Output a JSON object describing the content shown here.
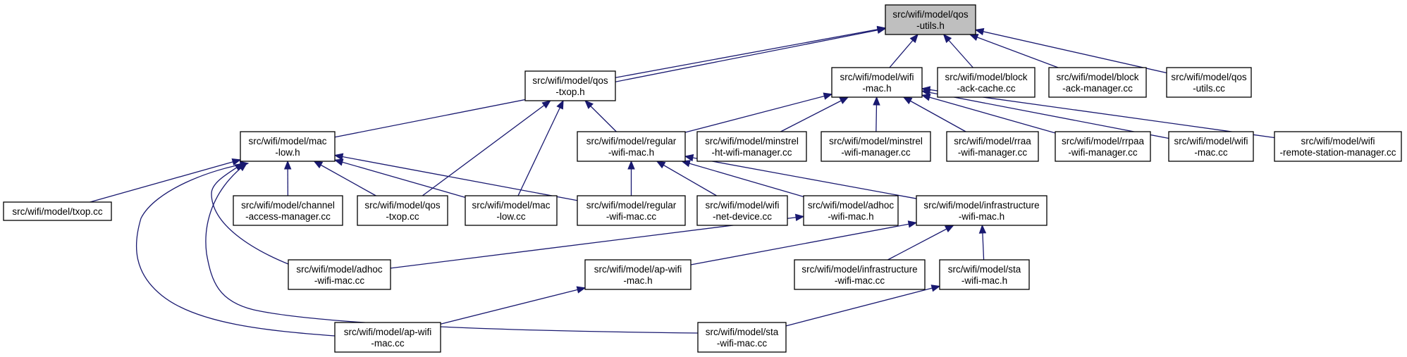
{
  "nodes": {
    "qos_utils_h": [
      "src/wifi/model/qos",
      "-utils.h"
    ],
    "qos_txop_h": [
      "src/wifi/model/qos",
      "-txop.h"
    ],
    "wifi_mac_h": [
      "src/wifi/model/wifi",
      "-mac.h"
    ],
    "block_ack_cache_cc": [
      "src/wifi/model/block",
      "-ack-cache.cc"
    ],
    "block_ack_manager_cc": [
      "src/wifi/model/block",
      "-ack-manager.cc"
    ],
    "qos_utils_cc": [
      "src/wifi/model/qos",
      "-utils.cc"
    ],
    "mac_low_h": [
      "src/wifi/model/mac",
      "-low.h"
    ],
    "regular_wifi_mac_h": [
      "src/wifi/model/regular",
      "-wifi-mac.h"
    ],
    "minstrel_ht_cc": [
      "src/wifi/model/minstrel",
      "-ht-wifi-manager.cc"
    ],
    "minstrel_cc": [
      "src/wifi/model/minstrel",
      "-wifi-manager.cc"
    ],
    "rraa_cc": [
      "src/wifi/model/rraa",
      "-wifi-manager.cc"
    ],
    "rrpaa_cc": [
      "src/wifi/model/rrpaa",
      "-wifi-manager.cc"
    ],
    "wifi_mac_cc": [
      "src/wifi/model/wifi",
      "-mac.cc"
    ],
    "remote_station_cc": [
      "src/wifi/model/wifi",
      "-remote-station-manager.cc"
    ],
    "txop_cc": [
      "src/wifi/model/txop.cc"
    ],
    "channel_access_cc": [
      "src/wifi/model/channel",
      "-access-manager.cc"
    ],
    "qos_txop_cc": [
      "src/wifi/model/qos",
      "-txop.cc"
    ],
    "mac_low_cc": [
      "src/wifi/model/mac",
      "-low.cc"
    ],
    "regular_wifi_mac_cc": [
      "src/wifi/model/regular",
      "-wifi-mac.cc"
    ],
    "wifi_net_device_cc": [
      "src/wifi/model/wifi",
      "-net-device.cc"
    ],
    "adhoc_wifi_mac_h": [
      "src/wifi/model/adhoc",
      "-wifi-mac.h"
    ],
    "infrastructure_wifi_mac_h": [
      "src/wifi/model/infrastructure",
      "-wifi-mac.h"
    ],
    "adhoc_wifi_mac_cc": [
      "src/wifi/model/adhoc",
      "-wifi-mac.cc"
    ],
    "ap_wifi_mac_h": [
      "src/wifi/model/ap-wifi",
      "-mac.h"
    ],
    "infrastructure_wifi_mac_cc": [
      "src/wifi/model/infrastructure",
      "-wifi-mac.cc"
    ],
    "sta_wifi_mac_h": [
      "src/wifi/model/sta",
      "-wifi-mac.h"
    ],
    "ap_wifi_mac_cc": [
      "src/wifi/model/ap-wifi",
      "-mac.cc"
    ],
    "sta_wifi_mac_cc": [
      "src/wifi/model/sta",
      "-wifi-mac.cc"
    ]
  },
  "edges": [
    [
      "qos_txop_h",
      "qos_utils_h"
    ],
    [
      "wifi_mac_h",
      "qos_utils_h"
    ],
    [
      "block_ack_cache_cc",
      "qos_utils_h"
    ],
    [
      "block_ack_manager_cc",
      "qos_utils_h"
    ],
    [
      "qos_utils_cc",
      "qos_utils_h"
    ],
    [
      "mac_low_h",
      "qos_utils_h"
    ],
    [
      "regular_wifi_mac_h",
      "qos_txop_h"
    ],
    [
      "qos_txop_cc",
      "qos_txop_h"
    ],
    [
      "mac_low_cc",
      "qos_txop_h"
    ],
    [
      "regular_wifi_mac_h",
      "wifi_mac_h"
    ],
    [
      "minstrel_ht_cc",
      "wifi_mac_h"
    ],
    [
      "minstrel_cc",
      "wifi_mac_h"
    ],
    [
      "rraa_cc",
      "wifi_mac_h"
    ],
    [
      "rrpaa_cc",
      "wifi_mac_h"
    ],
    [
      "wifi_mac_cc",
      "wifi_mac_h"
    ],
    [
      "remote_station_cc",
      "wifi_mac_h"
    ],
    [
      "txop_cc",
      "mac_low_h"
    ],
    [
      "channel_access_cc",
      "mac_low_h"
    ],
    [
      "qos_txop_cc",
      "mac_low_h"
    ],
    [
      "mac_low_cc",
      "mac_low_h"
    ],
    [
      "regular_wifi_mac_cc",
      "mac_low_h"
    ],
    [
      "adhoc_wifi_mac_cc",
      "mac_low_h"
    ],
    [
      "ap_wifi_mac_cc",
      "mac_low_h"
    ],
    [
      "sta_wifi_mac_cc",
      "mac_low_h"
    ],
    [
      "regular_wifi_mac_cc",
      "regular_wifi_mac_h"
    ],
    [
      "wifi_net_device_cc",
      "regular_wifi_mac_h"
    ],
    [
      "adhoc_wifi_mac_h",
      "regular_wifi_mac_h"
    ],
    [
      "infrastructure_wifi_mac_h",
      "regular_wifi_mac_h"
    ],
    [
      "adhoc_wifi_mac_cc",
      "adhoc_wifi_mac_h"
    ],
    [
      "ap_wifi_mac_h",
      "infrastructure_wifi_mac_h"
    ],
    [
      "infrastructure_wifi_mac_cc",
      "infrastructure_wifi_mac_h"
    ],
    [
      "sta_wifi_mac_h",
      "infrastructure_wifi_mac_h"
    ],
    [
      "ap_wifi_mac_cc",
      "ap_wifi_mac_h"
    ],
    [
      "sta_wifi_mac_cc",
      "sta_wifi_mac_h"
    ]
  ]
}
